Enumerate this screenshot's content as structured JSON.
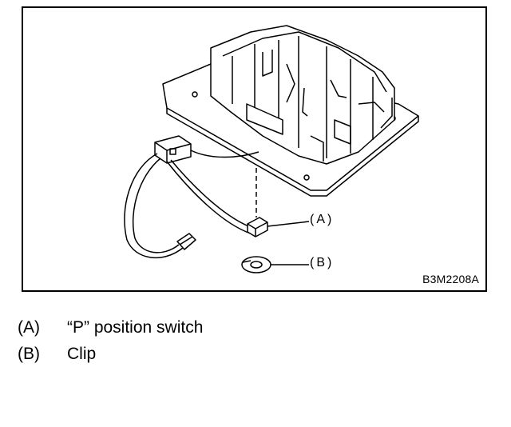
{
  "figure": {
    "code": "B3M2208A",
    "callouts": [
      {
        "id": "A",
        "text": "(A)"
      },
      {
        "id": "B",
        "text": "(B)"
      }
    ]
  },
  "legend": [
    {
      "key": "(A)",
      "text": "“P” position switch"
    },
    {
      "key": "(B)",
      "text": "Clip"
    }
  ]
}
